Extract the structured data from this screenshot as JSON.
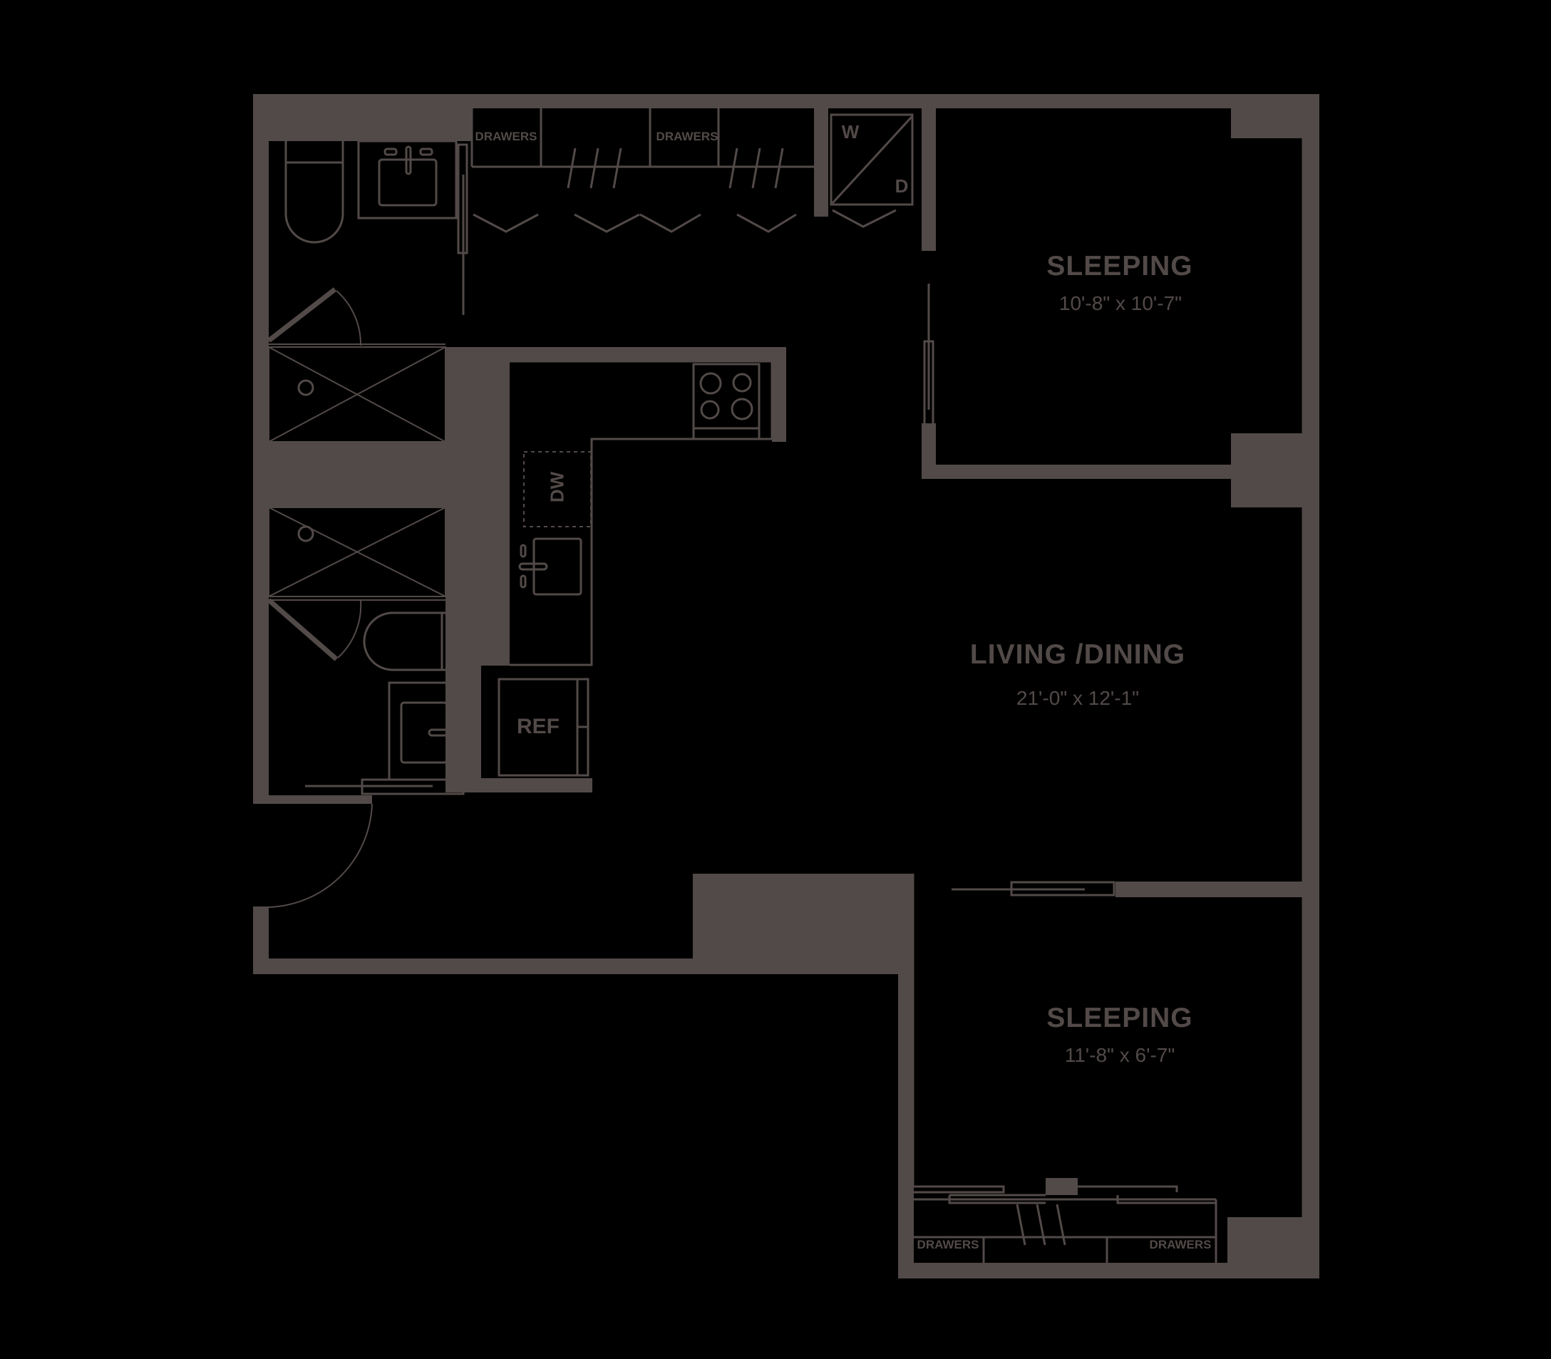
{
  "colors": {
    "wall": "#524a48",
    "background": "#000000"
  },
  "rooms": [
    {
      "name": "SLEEPING",
      "dimensions": "10'-8\" x 10'-7\""
    },
    {
      "name": "LIVING /DINING",
      "dimensions": "21'-0\" x 12'-1\""
    },
    {
      "name": "SLEEPING",
      "dimensions": "11'-8\" x 6'-7\""
    }
  ],
  "labels": {
    "drawers": "DRAWERS",
    "washer": "W",
    "dryer": "D",
    "dishwasher": "DW",
    "refrigerator": "REF"
  }
}
